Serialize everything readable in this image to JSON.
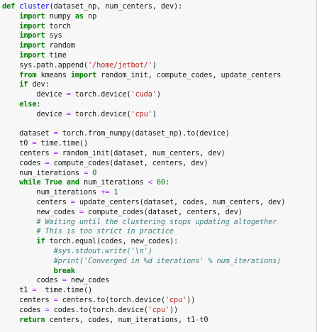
{
  "colors": {
    "background": "#f7f7f7",
    "keyword": "#008000",
    "function_name": "#0000ff",
    "string": "#ba2121",
    "number": "#008000",
    "operator": "#aa22ff",
    "comment": "#408080",
    "text": "#1a1a1a"
  },
  "code": {
    "lines": [
      [
        [
          "kw",
          "def"
        ],
        [
          "tx",
          " "
        ],
        [
          "fn",
          "cluster"
        ],
        [
          "tx",
          "(dataset_np, num_centers, dev):"
        ]
      ],
      [
        [
          "tx",
          "    "
        ],
        [
          "kw",
          "import"
        ],
        [
          "tx",
          " numpy "
        ],
        [
          "kw",
          "as"
        ],
        [
          "tx",
          " np"
        ]
      ],
      [
        [
          "tx",
          "    "
        ],
        [
          "kw",
          "import"
        ],
        [
          "tx",
          " torch"
        ]
      ],
      [
        [
          "tx",
          "    "
        ],
        [
          "kw",
          "import"
        ],
        [
          "tx",
          " sys"
        ]
      ],
      [
        [
          "tx",
          "    "
        ],
        [
          "kw",
          "import"
        ],
        [
          "tx",
          " random"
        ]
      ],
      [
        [
          "tx",
          "    "
        ],
        [
          "kw",
          "import"
        ],
        [
          "tx",
          " time"
        ]
      ],
      [
        [
          "tx",
          "    sys.path.append("
        ],
        [
          "st",
          "'/home/jetbot/'"
        ],
        [
          "tx",
          ")"
        ]
      ],
      [
        [
          "tx",
          "    "
        ],
        [
          "kw",
          "from"
        ],
        [
          "tx",
          " kmeans "
        ],
        [
          "kw",
          "import"
        ],
        [
          "tx",
          " random_init, compute_codes, update_centers"
        ]
      ],
      [
        [
          "tx",
          "    "
        ],
        [
          "kw",
          "if"
        ],
        [
          "tx",
          " dev:"
        ]
      ],
      [
        [
          "tx",
          "        device "
        ],
        [
          "op",
          "="
        ],
        [
          "tx",
          " torch.device("
        ],
        [
          "st",
          "'cuda'"
        ],
        [
          "tx",
          ")"
        ]
      ],
      [
        [
          "tx",
          "    "
        ],
        [
          "kw",
          "else"
        ],
        [
          "tx",
          ":"
        ]
      ],
      [
        [
          "tx",
          "        device "
        ],
        [
          "op",
          "="
        ],
        [
          "tx",
          " torch.device("
        ],
        [
          "st",
          "'cpu'"
        ],
        [
          "tx",
          ")"
        ]
      ],
      [
        [
          "tx",
          ""
        ]
      ],
      [
        [
          "tx",
          "    dataset "
        ],
        [
          "op",
          "="
        ],
        [
          "tx",
          " torch.from_numpy(dataset_np).to(device)"
        ]
      ],
      [
        [
          "tx",
          "    t0 "
        ],
        [
          "op",
          "="
        ],
        [
          "tx",
          " time.time()"
        ]
      ],
      [
        [
          "tx",
          "    centers "
        ],
        [
          "op",
          "="
        ],
        [
          "tx",
          " random_init(dataset, num_centers, dev)"
        ]
      ],
      [
        [
          "tx",
          "    codes "
        ],
        [
          "op",
          "="
        ],
        [
          "tx",
          " compute_codes(dataset, centers, dev)"
        ]
      ],
      [
        [
          "tx",
          "    num_iterations "
        ],
        [
          "op",
          "="
        ],
        [
          "tx",
          " "
        ],
        [
          "nu",
          "0"
        ]
      ],
      [
        [
          "tx",
          "    "
        ],
        [
          "kw",
          "while"
        ],
        [
          "tx",
          " "
        ],
        [
          "kw",
          "True"
        ],
        [
          "tx",
          " "
        ],
        [
          "kw",
          "and"
        ],
        [
          "tx",
          " num_iterations "
        ],
        [
          "op",
          "<"
        ],
        [
          "tx",
          " "
        ],
        [
          "nu",
          "60"
        ],
        [
          "tx",
          ":"
        ]
      ],
      [
        [
          "tx",
          "        num_iterations "
        ],
        [
          "op",
          "+="
        ],
        [
          "tx",
          " "
        ],
        [
          "nu",
          "1"
        ]
      ],
      [
        [
          "tx",
          "        centers "
        ],
        [
          "op",
          "="
        ],
        [
          "tx",
          " update_centers(dataset, codes, num_centers, dev)"
        ]
      ],
      [
        [
          "tx",
          "        new_codes "
        ],
        [
          "op",
          "="
        ],
        [
          "tx",
          " compute_codes(dataset, centers, dev)"
        ]
      ],
      [
        [
          "tx",
          "        "
        ],
        [
          "cm",
          "# Waiting until the clustering stops updating altogether"
        ]
      ],
      [
        [
          "tx",
          "        "
        ],
        [
          "cm",
          "# This is too strict in practice"
        ]
      ],
      [
        [
          "tx",
          "        "
        ],
        [
          "kw",
          "if"
        ],
        [
          "tx",
          " torch.equal(codes, new_codes):"
        ]
      ],
      [
        [
          "tx",
          "            "
        ],
        [
          "cm",
          "#sys.stdout.write('\\n')"
        ]
      ],
      [
        [
          "tx",
          "            "
        ],
        [
          "cm",
          "#print('Converged in %d iterations' % num_iterations)"
        ]
      ],
      [
        [
          "tx",
          "            "
        ],
        [
          "kw",
          "break"
        ]
      ],
      [
        [
          "tx",
          "        codes "
        ],
        [
          "op",
          "="
        ],
        [
          "tx",
          " new_codes"
        ]
      ],
      [
        [
          "tx",
          "    t1 "
        ],
        [
          "op",
          "="
        ],
        [
          "tx",
          "  time.time()"
        ]
      ],
      [
        [
          "tx",
          "    centers "
        ],
        [
          "op",
          "="
        ],
        [
          "tx",
          " centers.to(torch.device("
        ],
        [
          "st",
          "'cpu'"
        ],
        [
          "tx",
          "))"
        ]
      ],
      [
        [
          "tx",
          "    codes "
        ],
        [
          "op",
          "="
        ],
        [
          "tx",
          " codes.to(torch.device("
        ],
        [
          "st",
          "'cpu'"
        ],
        [
          "tx",
          "))"
        ]
      ],
      [
        [
          "tx",
          "    "
        ],
        [
          "kw",
          "return"
        ],
        [
          "tx",
          " centers, codes, num_iterations, t1"
        ],
        [
          "op",
          "-"
        ],
        [
          "tx",
          "t0"
        ]
      ]
    ]
  }
}
